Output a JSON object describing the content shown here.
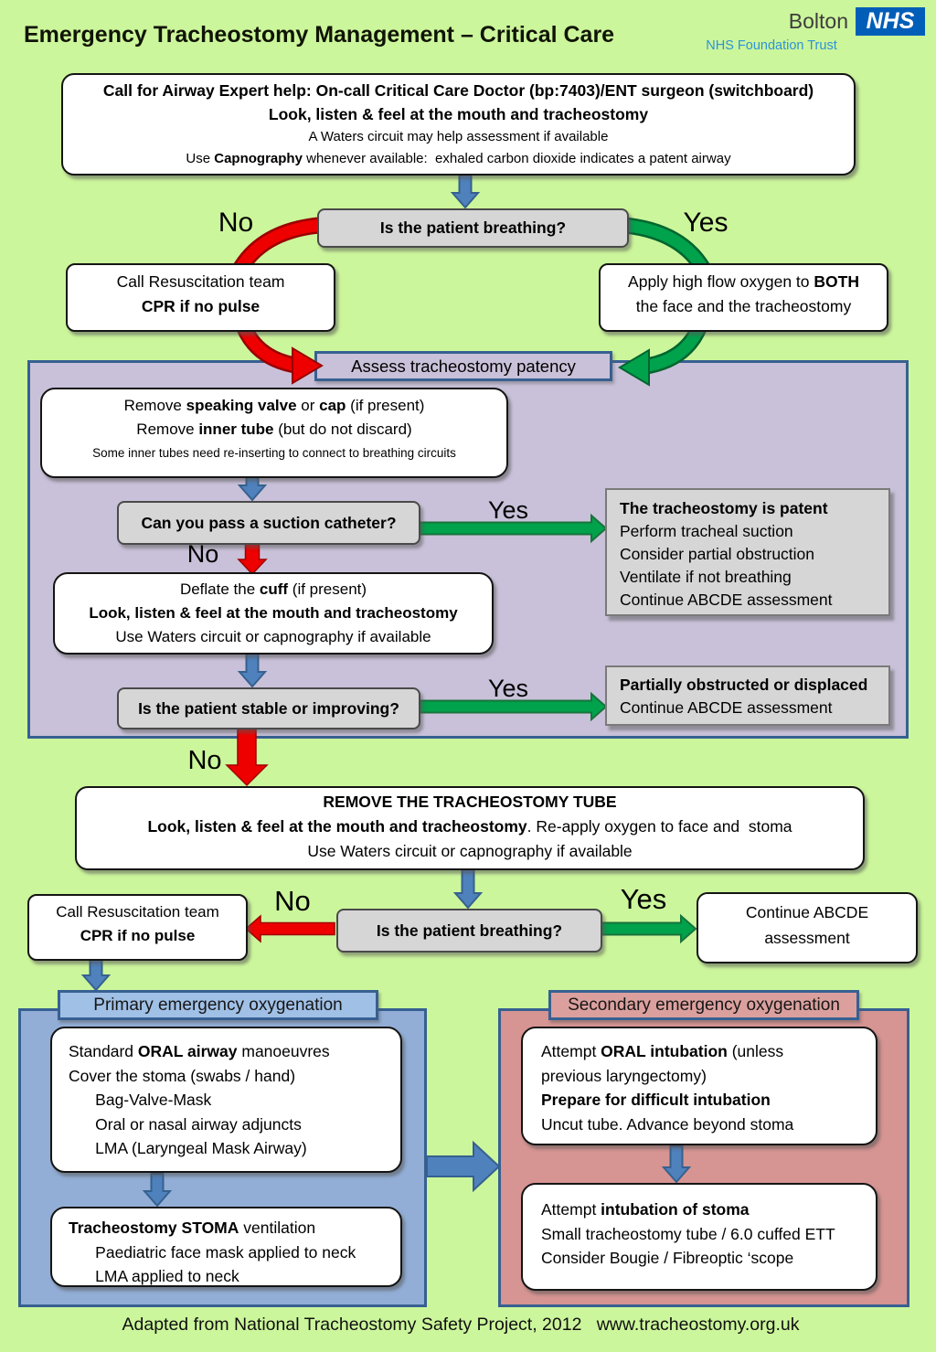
{
  "header": {
    "title": "Emergency Tracheostomy Management – Critical Care",
    "org": "Bolton",
    "logo": "NHS",
    "org_sub": "NHS Foundation Trust"
  },
  "colors": {
    "background": "#ccf69b",
    "panel_purple": "#c9c1d9",
    "panel_border": "#376092",
    "panel_blue": "#92aed6",
    "panel_blue_title": "#a0c0e6",
    "panel_pink": "#d69492",
    "panel_pink_title": "#dba09e",
    "question_box_gray": "#d6d6d6",
    "arrow_blue": "#4f81bd",
    "arrow_red": "#ee0000",
    "arrow_green": "#00a24c",
    "nhs_blue": "#005eb8",
    "trust_text_blue": "#2e93d6"
  },
  "flow": {
    "call_expert_lines": [
      "**Call for Airway Expert help: On-call Critical Care Doctor (bp:7403)/ENT surgeon (switchboard)**",
      "**Look, listen & feel at the mouth and tracheostomy**",
      "A Waters circuit may help assessment if available",
      "Use **Capnography** whenever available:  exhaled carbon dioxide indicates a patent airway"
    ],
    "breathing_q1": "Is the patient breathing?",
    "no1": "No",
    "yes1": "Yes",
    "resus_lines": [
      "Call Resuscitation team",
      "**CPR if no pulse**"
    ],
    "oxygen_lines": [
      "Apply high flow oxygen to **BOTH**",
      "the face and the tracheostomy"
    ],
    "assess_title": "Assess tracheostomy patency",
    "remove_valve_lines": [
      "Remove **speaking valve** or **cap** (if present)",
      "Remove **inner tube** (but do not discard)",
      "Some inner tubes need re-inserting to connect to breathing circuits"
    ],
    "suction_q": "Can you pass a suction catheter?",
    "yes2": "Yes",
    "no2": "No",
    "patent_lines": [
      "**The tracheostomy is patent**",
      "Perform tracheal suction",
      "Consider partial obstruction",
      "Ventilate if not breathing",
      "Continue ABCDE assessment"
    ],
    "deflate_lines": [
      "Deflate the **cuff** (if present)",
      "**Look, listen & feel at the mouth and tracheostomy**",
      "Use Waters circuit or capnography if available"
    ],
    "stable_q": "Is the patient stable or improving?",
    "yes3": "Yes",
    "partial_lines": [
      "**Partially obstructed or displaced**",
      "Continue ABCDE assessment"
    ],
    "no3": "No",
    "remove_tube_lines": [
      "**REMOVE THE TRACHEOSTOMY TUBE**",
      "**Look, listen & feel at the mouth and tracheostomy**. Re-apply oxygen to face and  stoma",
      "Use Waters circuit or capnography if available"
    ],
    "resus2_lines": [
      "Call Resuscitation team",
      "**CPR if no pulse**"
    ],
    "no4": "No",
    "breathing_q2": "Is the patient breathing?",
    "yes4": "Yes",
    "abcde_lines": [
      "Continue ABCDE",
      "assessment"
    ]
  },
  "primary": {
    "title": "Primary emergency oxygenation",
    "box1_lines": [
      "Standard **ORAL airway** manoeuvres",
      "Cover the stoma (swabs / hand)",
      "      Bag-Valve-Mask",
      "      Oral or nasal airway adjuncts",
      "      LMA (Laryngeal Mask Airway)"
    ],
    "box2_lines": [
      "**Tracheostomy STOMA** ventilation",
      "      Paediatric face mask applied to neck",
      "      LMA applied to neck"
    ]
  },
  "secondary": {
    "title": "Secondary emergency oxygenation",
    "box1_lines": [
      "Attempt **ORAL intubation** (unless",
      "previous laryngectomy)",
      "**Prepare for difficult intubation**",
      "Uncut tube. Advance beyond stoma"
    ],
    "box2_lines": [
      "Attempt **intubation of stoma**",
      "Small tracheostomy tube / 6.0 cuffed ETT",
      "Consider Bougie / Fibreoptic ‘scope"
    ]
  },
  "footer": "Adapted from National Tracheostomy Safety Project, 2012   www.tracheostomy.org.uk"
}
